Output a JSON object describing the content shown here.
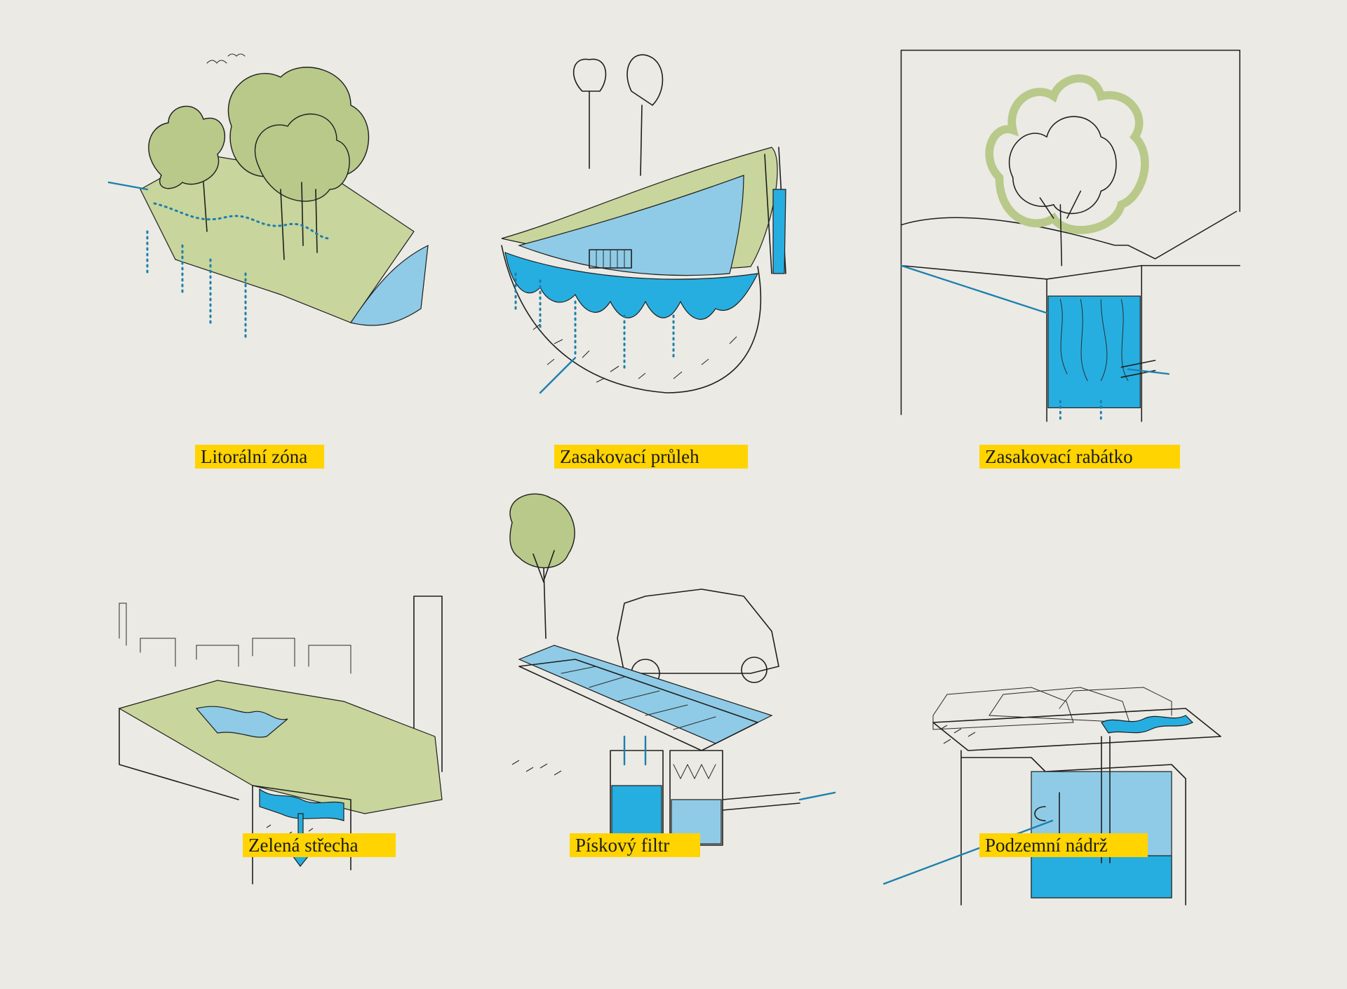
{
  "panels": [
    {
      "id": "litoralni-zona",
      "label": "Litorální zóna"
    },
    {
      "id": "zasakovaci-pruleh",
      "label": "Zasakovací průleh"
    },
    {
      "id": "zasakovaci-rabatko",
      "label": "Zasakovací rabátko"
    },
    {
      "id": "zelena-strecha",
      "label": "Zelená střecha"
    },
    {
      "id": "piskovy-filtr",
      "label": "Pískový filtr"
    },
    {
      "id": "podzemni-nadrz",
      "label": "Podzemní nádrž"
    }
  ],
  "colors": {
    "background": "#ebeae4",
    "label": "#ffd400",
    "water": "#27aee0",
    "water_light": "#8fcbe6",
    "vegetation": "#b8c98a",
    "ink": "#1e1e1e"
  }
}
